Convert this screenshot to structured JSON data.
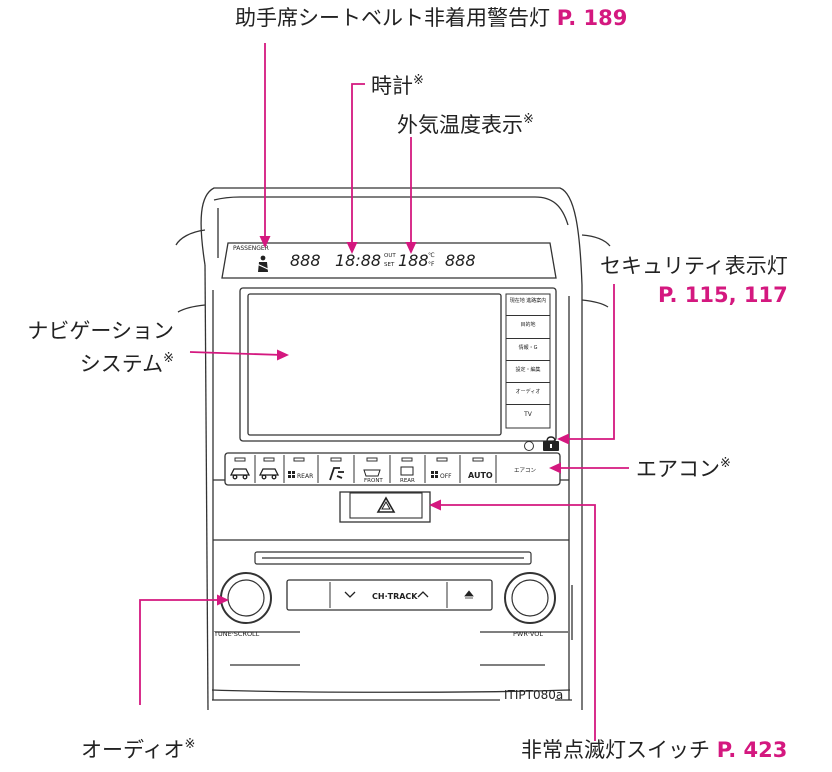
{
  "figure_id": "ITIPT080a",
  "colors": {
    "accent": "#d4187f",
    "line": "#333333",
    "panel": "#ffffff"
  },
  "callouts": {
    "seatbelt": {
      "label": "助手席シートベルト非着用警告灯",
      "ref": "P. 189"
    },
    "clock": {
      "label": "時計",
      "mark": "※"
    },
    "temp": {
      "label": "外気温度表示",
      "mark": "※"
    },
    "security": {
      "label": "セキュリティ表示灯",
      "ref": "P. 115, 117"
    },
    "navi": {
      "label_line1": "ナビゲーション",
      "label_line2": "システム",
      "mark": "※"
    },
    "aircon": {
      "label": "エアコン",
      "mark": "※"
    },
    "audio": {
      "label": "オーディオ",
      "mark": "※"
    },
    "hazard": {
      "label": "非常点滅灯スイッチ",
      "ref": "P. 423"
    }
  },
  "display": {
    "passenger": "PASSENGER",
    "left_digits": "888",
    "clock_digits": "18:88",
    "out_label": "OUT",
    "set_label": "SET",
    "temp_digits": "188",
    "unit_c": "℃",
    "unit_f": "°F",
    "right_digits": "888"
  },
  "nav_buttons": [
    "現在地 進路案内",
    "目的地",
    "情報・G",
    "設定・編集",
    "オーディオ",
    "TV"
  ],
  "climate_buttons": {
    "rear": "REAR",
    "front": "FRONT",
    "rear2": "REAR",
    "off": "OFF",
    "auto": "AUTO",
    "aircon": "エアコン"
  },
  "audio": {
    "ch_track": "CH·TRACK",
    "tune_scroll": "TUNE·SCROLL",
    "pwr_vol": "PWR·VOL"
  }
}
